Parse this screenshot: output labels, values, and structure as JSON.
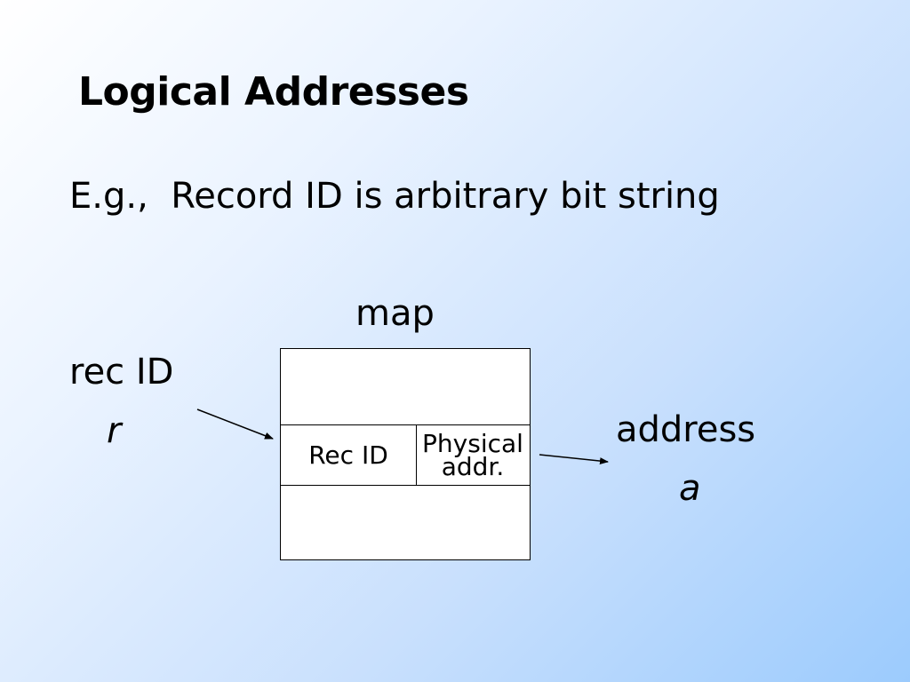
{
  "slide": {
    "title": "Logical Addresses",
    "body_line": "E.g.,  Record ID is arbitrary bit string",
    "map_label": "map",
    "rec_id_label": "rec ID",
    "r_label": "r",
    "address_label": "address",
    "a_label": "a",
    "table": {
      "rec_id_cell": "Rec ID",
      "physical_cell_line1": "Physical",
      "physical_cell_line2": "addr."
    }
  }
}
